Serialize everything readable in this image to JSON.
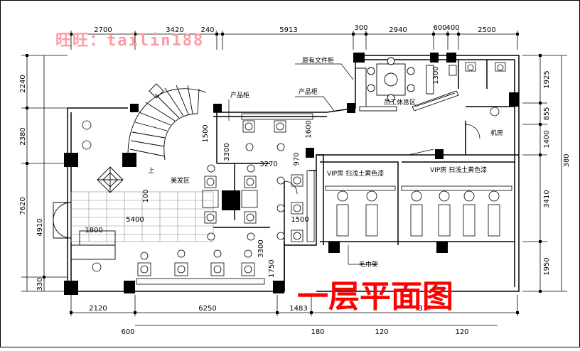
{
  "watermark": "旺旺：tailin188",
  "title": "一层平面图",
  "dimensions": {
    "top": [
      "2700",
      "3420",
      "240",
      "5913",
      "300",
      "2940",
      "600",
      "400",
      "2500"
    ],
    "left": [
      "2240",
      "2380",
      "7620",
      "4910",
      "330"
    ],
    "right": [
      "1925",
      "855",
      "1400",
      "380",
      "3410",
      "1950"
    ],
    "bottom": [
      "2120",
      "6250",
      "1483",
      "337"
    ],
    "bottom2": [
      "600",
      "180",
      "120",
      "120"
    ],
    "interior": [
      "1500",
      "3300",
      "1600",
      "3270",
      "970",
      "100",
      "5400",
      "1800",
      "1500",
      "3300",
      "1750",
      "1300"
    ]
  },
  "labels": {
    "file_cabinet": "原有文件柜",
    "product_cabinet_1": "产品柜",
    "product_cabinet_2": "产品柜",
    "staff_rest": "员工休息区",
    "machine_room": "机房",
    "salon_area": "美发区",
    "vip_room_1": "VIP房  扫浅土黄色漆",
    "vip_room_2": "VIP房  扫浅土黄色漆",
    "towel_rack": "毛巾架",
    "stair_up": "上"
  }
}
